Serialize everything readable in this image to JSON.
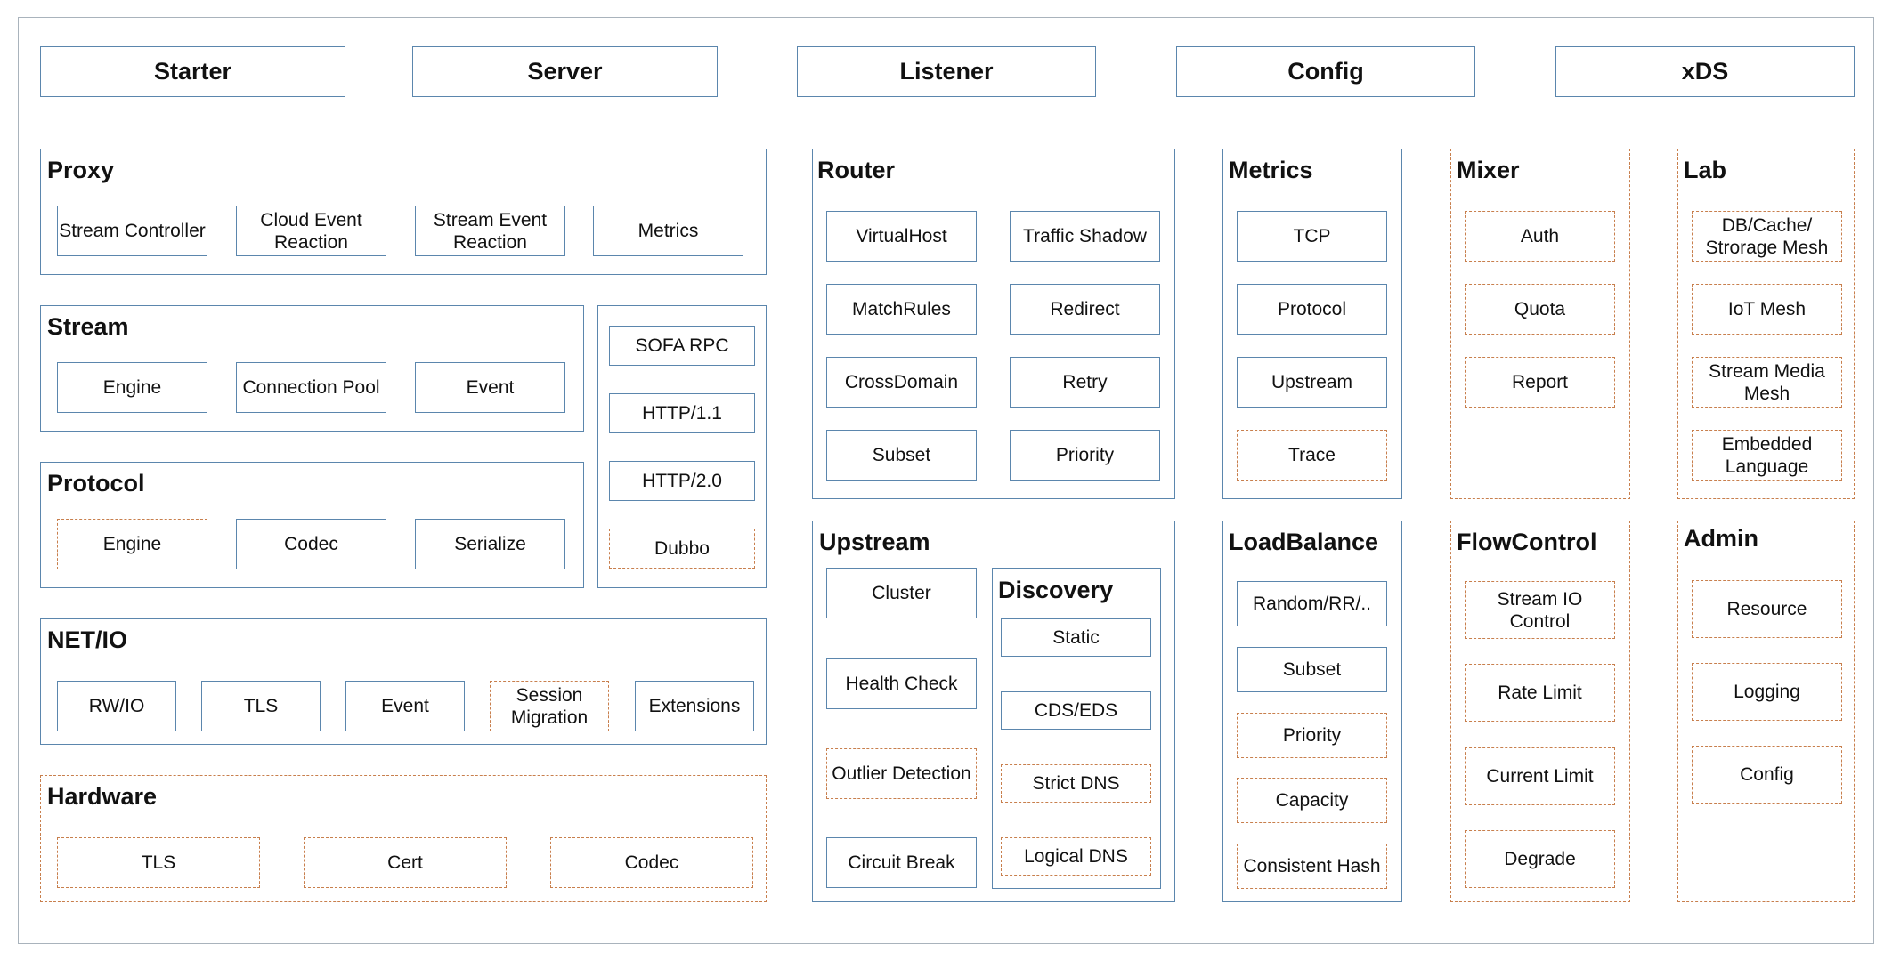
{
  "top_bar": [
    "Starter",
    "Server",
    "Listener",
    "Config",
    "xDS"
  ],
  "proxy": {
    "title": "Proxy",
    "items": [
      "Stream Controller",
      "Cloud Event Reaction",
      "Stream Event Reaction",
      "Metrics"
    ]
  },
  "stream": {
    "title": "Stream",
    "items": [
      "Engine",
      "Connection Pool",
      "Event"
    ]
  },
  "protocol": {
    "title": "Protocol",
    "items": [
      "Engine",
      "Codec",
      "Serialize"
    ]
  },
  "protocols_list": {
    "items": [
      "SOFA RPC",
      "HTTP/1.1",
      "HTTP/2.0",
      "Dubbo"
    ]
  },
  "netio": {
    "title": "NET/IO",
    "items": [
      "RW/IO",
      "TLS",
      "Event",
      "Session Migration",
      "Extensions"
    ]
  },
  "hardware": {
    "title": "Hardware",
    "items": [
      "TLS",
      "Cert",
      "Codec"
    ]
  },
  "router": {
    "title": "Router",
    "items": [
      "VirtualHost",
      "Traffic Shadow",
      "MatchRules",
      "Redirect",
      "CrossDomain",
      "Retry",
      "Subset",
      "Priority"
    ]
  },
  "upstream": {
    "title": "Upstream",
    "items": [
      "Cluster",
      "Health Check",
      "Outlier Detection",
      "Circuit Break"
    ]
  },
  "discovery": {
    "title": "Discovery",
    "items": [
      "Static",
      "CDS/EDS",
      "Strict DNS",
      "Logical DNS"
    ]
  },
  "metrics": {
    "title": "Metrics",
    "items": [
      "TCP",
      "Protocol",
      "Upstream",
      "Trace"
    ]
  },
  "loadbalance": {
    "title": "LoadBalance",
    "items": [
      "Random/RR/..",
      "Subset",
      "Priority",
      "Capacity",
      "Consistent Hash"
    ]
  },
  "mixer": {
    "title": "Mixer",
    "items": [
      "Auth",
      "Quota",
      "Report"
    ]
  },
  "flowcontrol": {
    "title": "FlowControl",
    "items": [
      "Stream IO Control",
      "Rate Limit",
      "Current Limit",
      "Degrade"
    ]
  },
  "lab": {
    "title": "Lab",
    "items": [
      "DB/Cache/ Strorage Mesh",
      "IoT Mesh",
      "Stream Media Mesh",
      "Embedded Language"
    ]
  },
  "admin": {
    "title": "Admin",
    "items": [
      "Resource",
      "Logging",
      "Config"
    ]
  },
  "colors": {
    "solid_border": "#5b86ad",
    "dashed_border": "#c87f4d",
    "frame": "#a9b3bc"
  }
}
